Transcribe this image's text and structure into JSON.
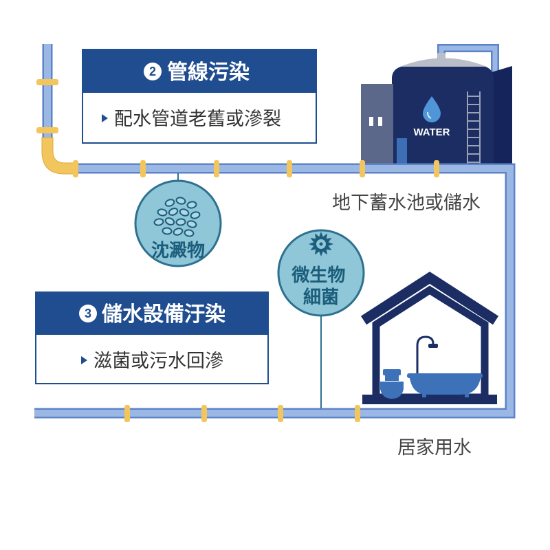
{
  "colors": {
    "header_blue": "#1f4d8f",
    "navy": "#1b2d63",
    "pipe": "#9bb8e4",
    "pipe_outline": "#5d83c9",
    "fitting_yellow": "#f2c65c",
    "bubble_fill": "#8fc6d8",
    "bubble_stroke": "#2d7090",
    "bubble_text": "#1b5d7a",
    "building_gray": "#5b6889",
    "fixture_blue": "#3d72b9",
    "drop_blue": "#4f95d8",
    "label_gray": "#444444"
  },
  "pipeline_contamination": {
    "number": "2",
    "title": "管線污染",
    "bullet_icon": "triangle-bullet-icon",
    "item": "配水管道老舊或滲裂"
  },
  "storage_contamination": {
    "number": "3",
    "title": "儲水設備汙染",
    "bullet_icon": "triangle-bullet-icon",
    "item": "滋菌或污水回滲"
  },
  "sediment_bubble": {
    "icon": "sediment-particles-icon",
    "label": "沈澱物"
  },
  "microbe_bubble": {
    "icon": "virus-icon",
    "label_lines": [
      "微生物",
      "細菌"
    ]
  },
  "water_tank": {
    "icon": "water-drop-icon",
    "label": "WATER"
  },
  "labels": {
    "storage_tank": "地下蓄水池或儲水",
    "household": "居家用水"
  }
}
